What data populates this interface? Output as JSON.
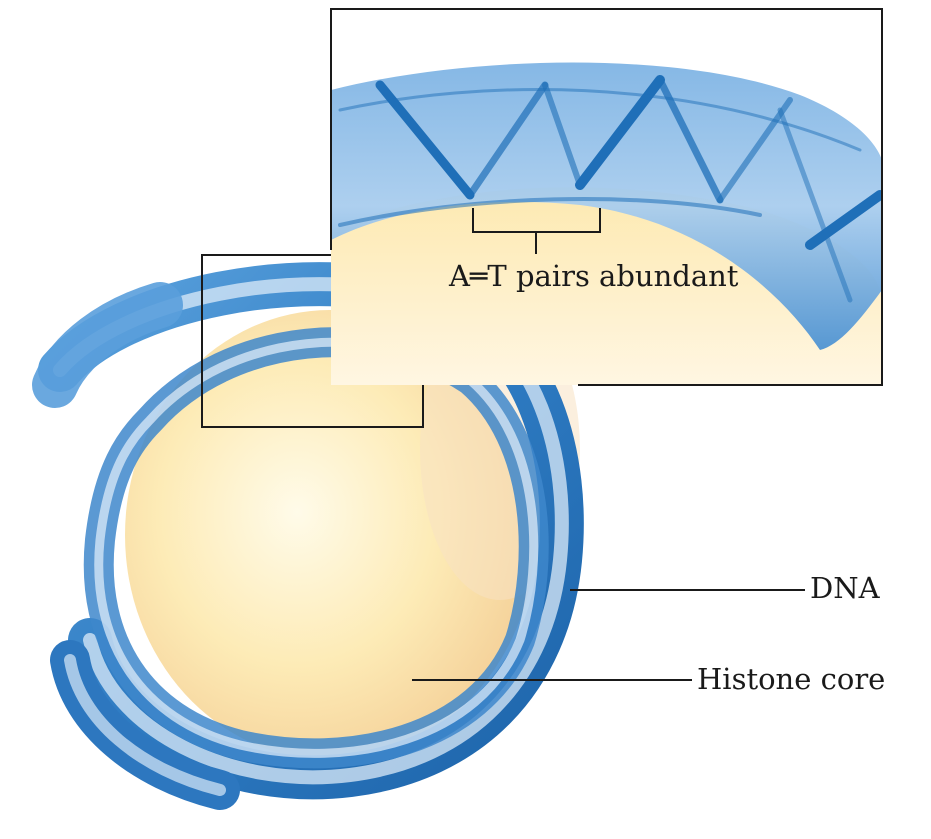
{
  "labels": {
    "at_pairs": "A═T pairs abundant",
    "dna": "DNA",
    "histone_core": "Histone core"
  },
  "colors": {
    "dna_dark": "#1f6fb8",
    "dna_mid": "#4f97d6",
    "dna_light": "#d3e6f7",
    "core_light": "#fff6d8",
    "core_mid": "#fde6a8",
    "core_edge": "#f6d29a",
    "line": "#1a1a1a"
  }
}
